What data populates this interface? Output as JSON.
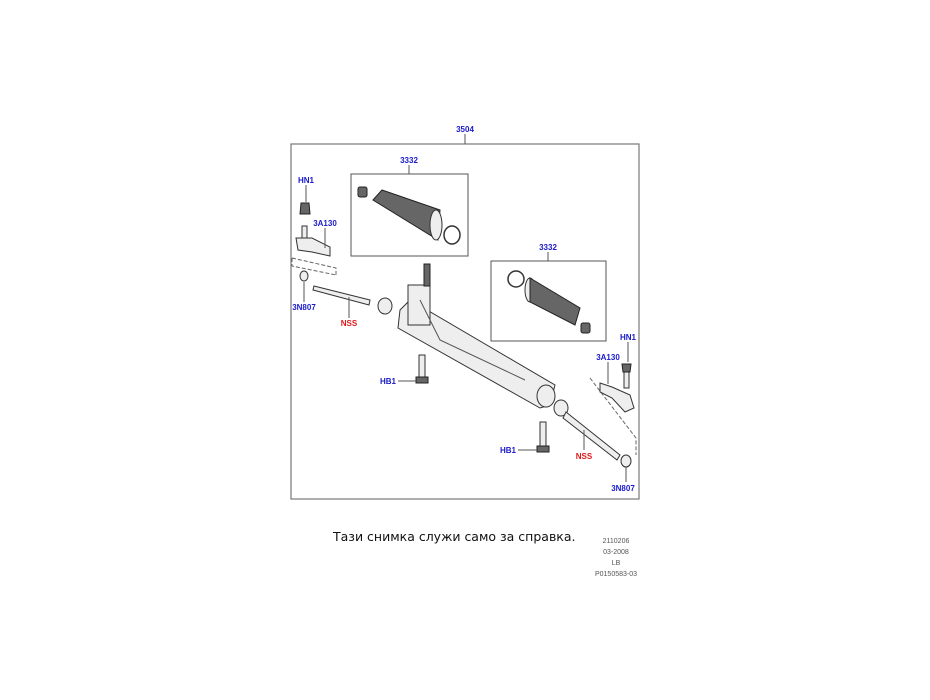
{
  "diagram": {
    "assembly_label": "3504",
    "boot_kit_left_label": "3332",
    "boot_kit_right_label": "3332",
    "left": {
      "nut": "HN1",
      "tie_rod_end": "3A130",
      "locknut": "3N807",
      "inner_rod": "NSS",
      "bolt": "HB1"
    },
    "right": {
      "nut": "HN1",
      "tie_rod_end": "3A130",
      "locknut": "3N807",
      "inner_rod": "NSS",
      "bolt": "HB1"
    },
    "colors": {
      "part_label": "#1a1acc",
      "nss_label": "#e01818"
    }
  },
  "caption": "Тази снимка служи само за справка.",
  "reference": [
    "2110206",
    "03-2008",
    "LB",
    "P0150583-03"
  ]
}
